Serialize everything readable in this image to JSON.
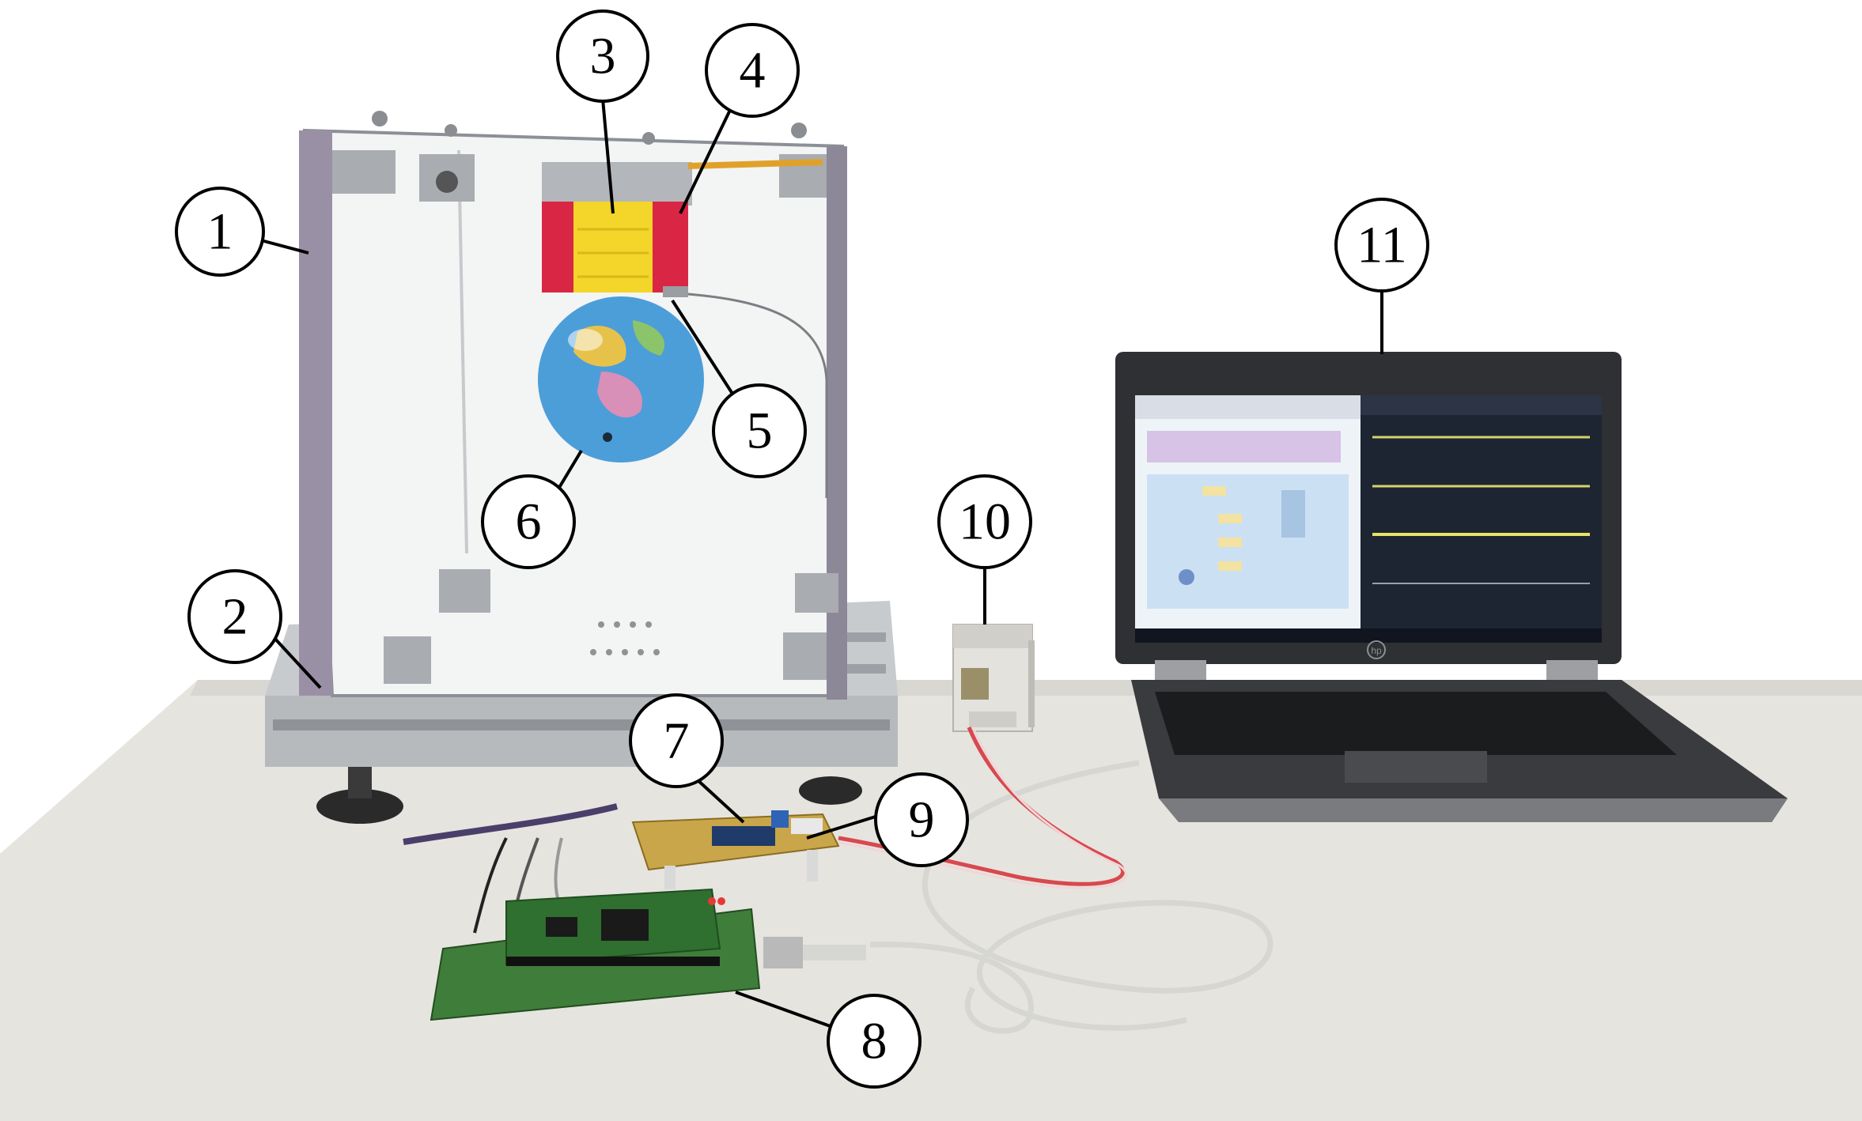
{
  "callouts": [
    {
      "id": "1",
      "label": "1"
    },
    {
      "id": "2",
      "label": "2"
    },
    {
      "id": "3",
      "label": "3"
    },
    {
      "id": "4",
      "label": "4"
    },
    {
      "id": "5",
      "label": "5"
    },
    {
      "id": "6",
      "label": "6"
    },
    {
      "id": "7",
      "label": "7"
    },
    {
      "id": "8",
      "label": "8"
    },
    {
      "id": "9",
      "label": "9"
    },
    {
      "id": "10",
      "label": "10"
    },
    {
      "id": "11",
      "label": "11"
    }
  ],
  "laptop": {
    "brand_mark": "hp"
  },
  "colors": {
    "table": "#e6e4df",
    "frame": "#b9bcc0",
    "coil": "#f4d52a",
    "coil_holder": "#d92645",
    "globe": "#4c9ed9",
    "pcb_green": "#2f6f2f",
    "pcb_yellow": "#c9a64a",
    "screen_left": "#eef3f8",
    "screen_right": "#1d2533",
    "laptop_body": "#3a3b3e",
    "cable_gray": "#d6d6d2",
    "cable_red": "#d8484f"
  }
}
